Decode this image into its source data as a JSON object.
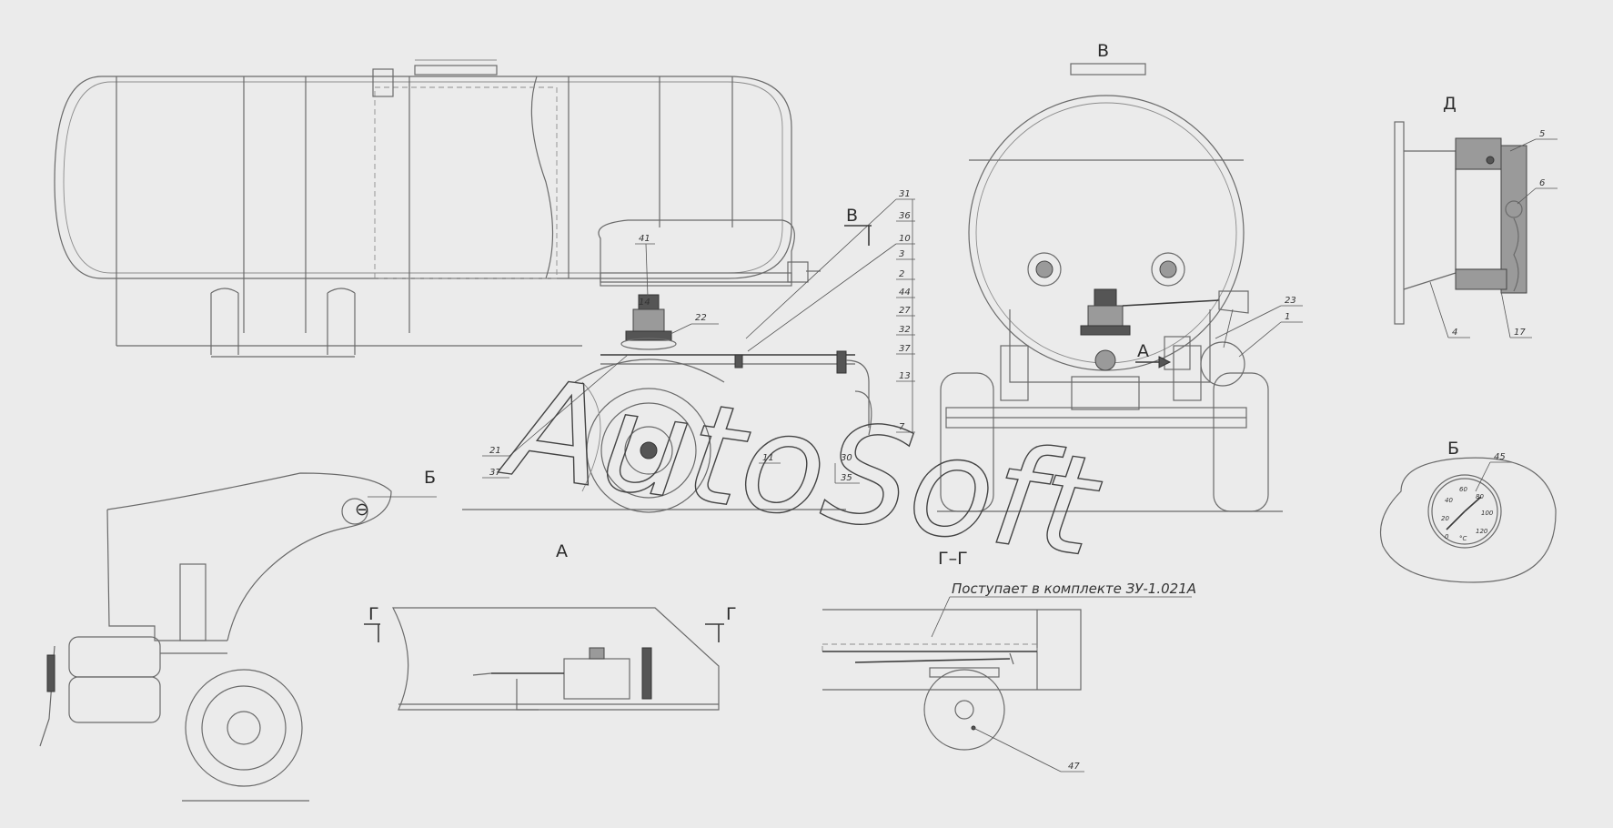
{
  "views": {
    "v_label": "В",
    "b_label": "Б",
    "d_label": "Д",
    "a_label": "А",
    "g_label": "Г",
    "gg_label": "Г–Г"
  },
  "note": "Поступает в комплекте ЗУ-1.021А",
  "watermark": "AutoSoft",
  "gauge": {
    "ticks": [
      "0",
      "20",
      "40",
      "60",
      "80",
      "100",
      "120"
    ],
    "unit": "°C"
  },
  "callouts": {
    "c31": "31",
    "c36": "36",
    "c10": "10",
    "c3": "3",
    "c2": "2",
    "c44": "44",
    "c27": "27",
    "c32": "32",
    "c37a": "37",
    "c13": "13",
    "c7": "7",
    "c41": "41",
    "c14": "14",
    "c22": "22",
    "c21": "21",
    "c37b": "37",
    "c11": "11",
    "c30": "30",
    "c35": "35",
    "c23": "23",
    "c1": "1",
    "c5": "5",
    "c6": "6",
    "c4": "4",
    "c17": "17",
    "c45": "45",
    "c47": "47"
  }
}
